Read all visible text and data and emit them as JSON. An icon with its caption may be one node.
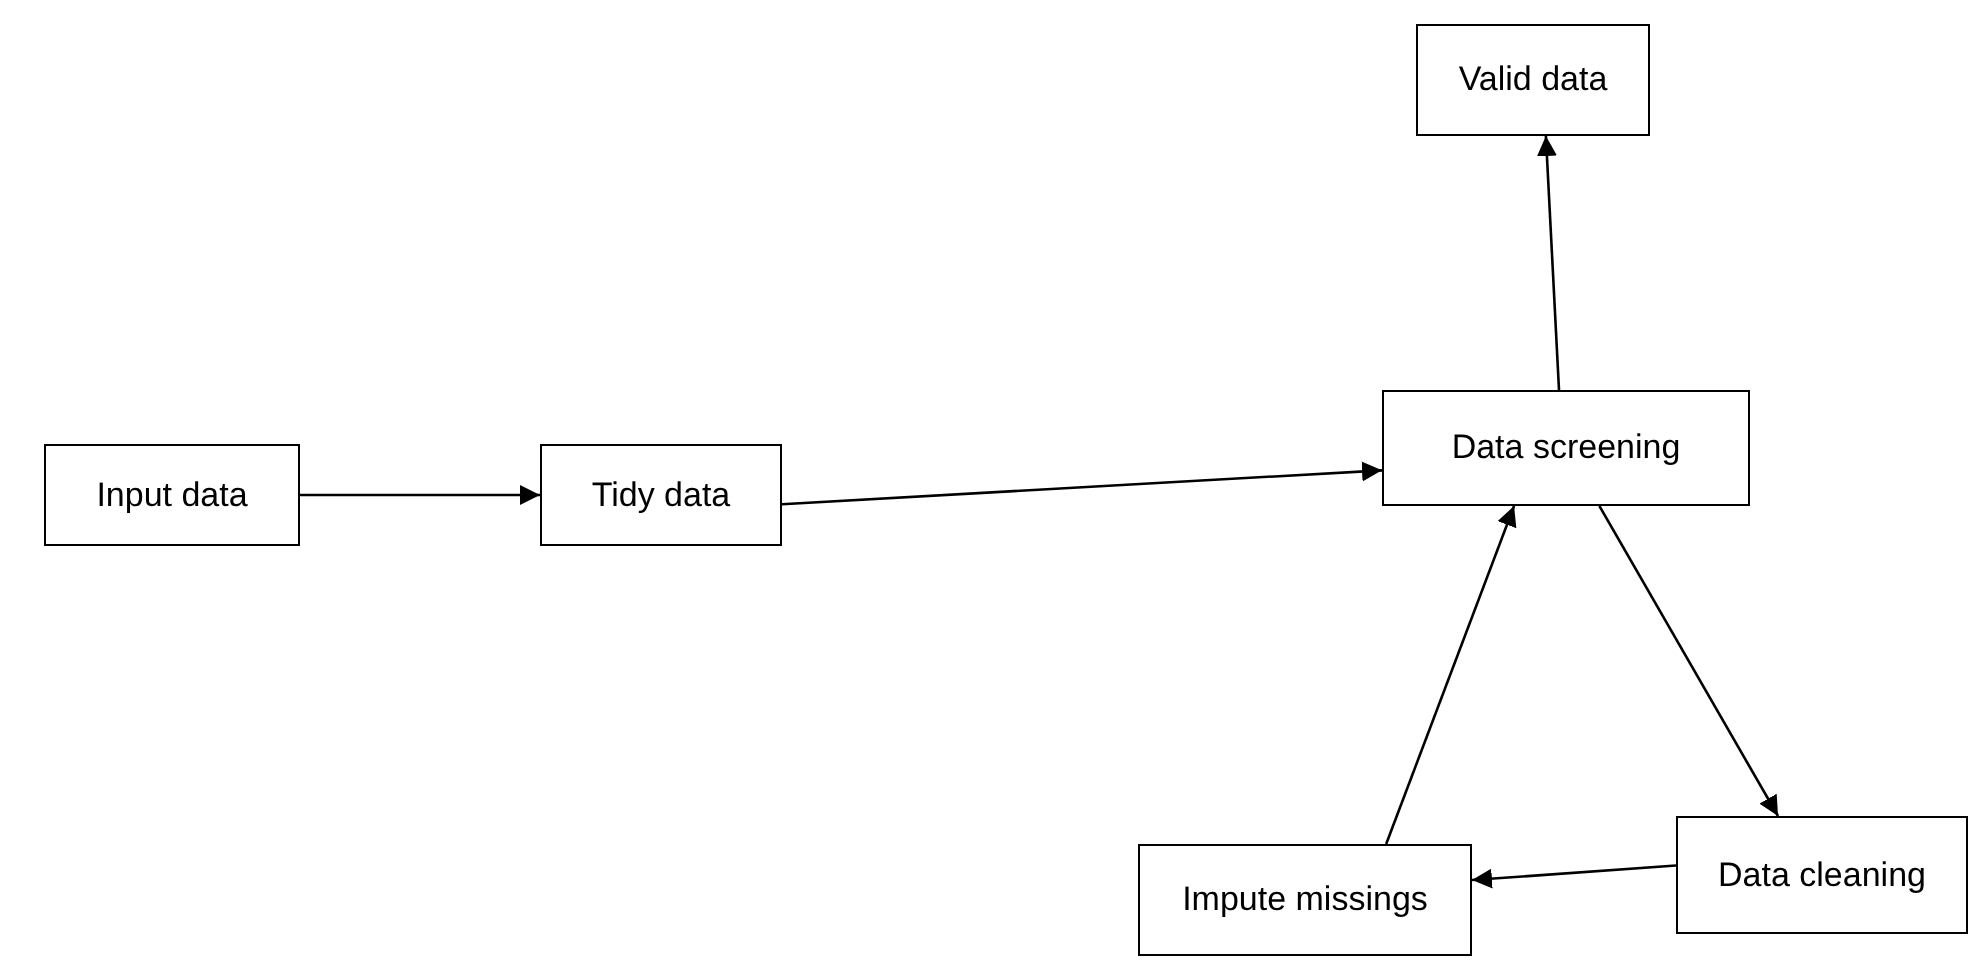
{
  "diagram": {
    "nodes": [
      {
        "text": [
          "Input data"
        ]
      },
      {
        "text": [
          "Tidy data"
        ]
      },
      {
        "text": [
          "Data screening"
        ]
      },
      {
        "text": [
          "Valid data"
        ]
      },
      {
        "text": [
          "Data cleaning"
        ]
      },
      {
        "text": [
          "Impute missings"
        ]
      }
    ],
    "edges": [
      {
        "from": 0,
        "to": 1,
        "arrow": "to"
      },
      {
        "from": 1,
        "to": 2,
        "arrow": "to"
      },
      {
        "from": 2,
        "to": 3,
        "arrow": "to"
      },
      {
        "from": 2,
        "to": 4,
        "arrow": "to"
      },
      {
        "from": 4,
        "to": 5,
        "arrow": "to"
      },
      {
        "from": 5,
        "to": 2,
        "arrow": "to"
      }
    ]
  }
}
